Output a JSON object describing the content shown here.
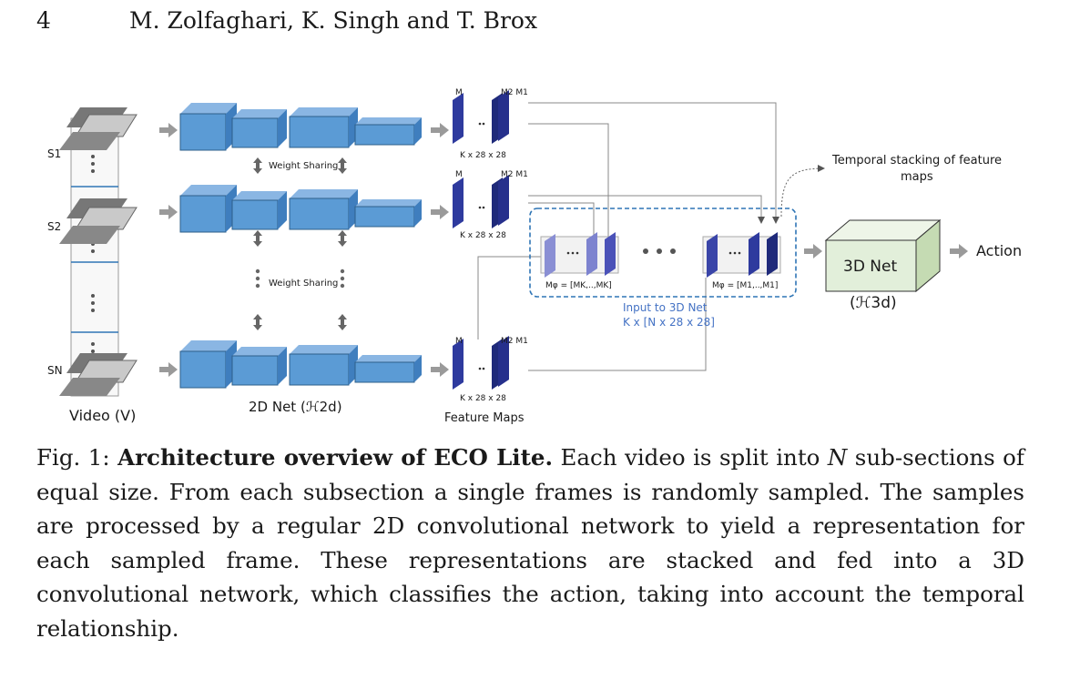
{
  "header": {
    "page_number": "4",
    "authors": "M. Zolfaghari, K. Singh and T. Brox"
  },
  "figure": {
    "segments": [
      "S1",
      "S2",
      "SN"
    ],
    "video_label": "Video (V)",
    "net2d_label": "2D Net (ℋ2d)",
    "weight_sharing": "Weight Sharing",
    "feature_size": "K x 28 x 28",
    "map_labels_top": [
      "M",
      "M2 M1"
    ],
    "feature_maps_label": "Feature Maps",
    "stack_left_formula": "Mφ = [MK,..,MK]",
    "stack_right_formula": "Mφ = [M1,..,M1]",
    "input_3d_label_1": "Input to 3D Net",
    "input_3d_label_2": "K x [N x 28 x 28]",
    "temporal_label_1": "Temporal stacking of feature",
    "temporal_label_2": "maps",
    "net3d_label": "3D Net",
    "net3d_symbol": "(ℋ3d)",
    "action_label": "Action",
    "colors": {
      "block": "#5b9bd5",
      "accent_blue": "#4472c4",
      "net3d_fill": "#e2efda",
      "map": "#2e3a9e"
    }
  },
  "caption": {
    "prefix": "Fig. 1: ",
    "title": "Architecture overview of ECO Lite.",
    "text_1": " Each video is split into ",
    "var_n": "N",
    "text_2": " sub-sections of equal size. From each subsection a single frames is randomly sampled. The samples are processed by a regular 2D convolutional network to yield a representation for each sampled frame. These representations are stacked and fed into a 3D convolutional network, which classifies the action, taking into account the temporal relationship."
  }
}
